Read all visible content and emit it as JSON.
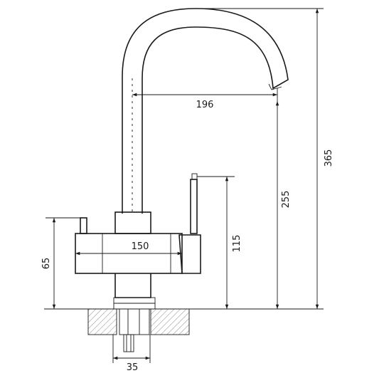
{
  "dimensions": {
    "total_height": "365",
    "spout_height": "255",
    "handle_height": "115",
    "body_height": "65",
    "spout_reach": "196",
    "body_width": "150",
    "shank_diameter": "35"
  }
}
